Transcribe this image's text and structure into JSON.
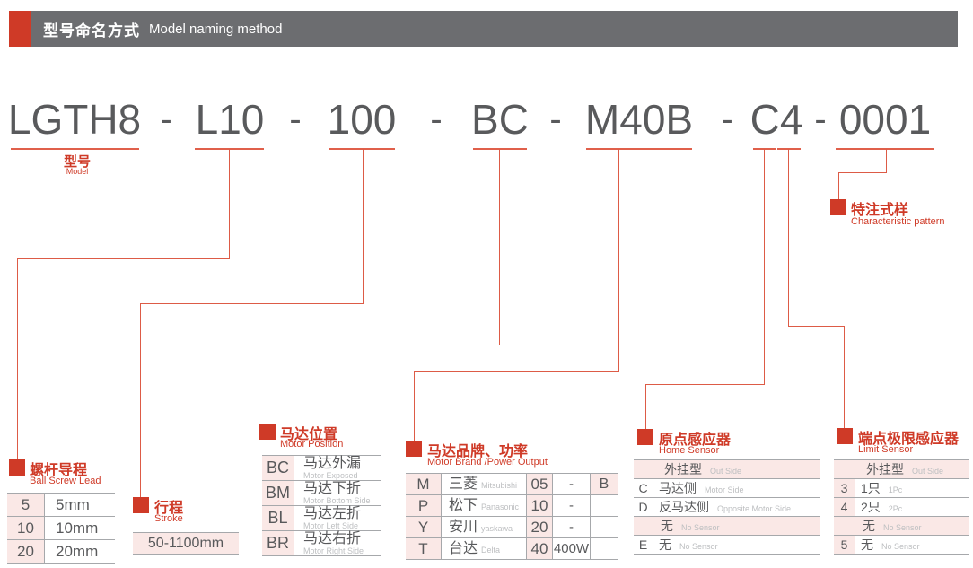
{
  "header": {
    "title_zh": "型号命名方式",
    "title_en": "Model naming method"
  },
  "model": {
    "segments": [
      "LGTH8",
      "L10",
      "100",
      "BC",
      "M40B",
      "C4",
      "0001"
    ],
    "dash": "-",
    "label_zh": "型号",
    "label_en": "Model"
  },
  "ball_screw_lead": {
    "title_zh": "螺杆导程",
    "title_en": "Ball Screw Lead",
    "rows": [
      {
        "code": "5",
        "value": "5mm"
      },
      {
        "code": "10",
        "value": "10mm"
      },
      {
        "code": "20",
        "value": "20mm"
      }
    ]
  },
  "stroke": {
    "title_zh": "行程",
    "title_en": "Stroke",
    "value": "50-1100mm"
  },
  "motor_position": {
    "title_zh": "马达位置",
    "title_en": "Motor Position",
    "rows": [
      {
        "code": "BC",
        "zh": "马达外漏",
        "en": "Motor Exposed"
      },
      {
        "code": "BM",
        "zh": "马达下折",
        "en": "Motor Bottom Side"
      },
      {
        "code": "BL",
        "zh": "马达左折",
        "en": "Motor Left Side"
      },
      {
        "code": "BR",
        "zh": "马达右折",
        "en": "Motor Right Side"
      }
    ]
  },
  "motor_brand": {
    "title_zh": "马达品牌、功率",
    "title_en": "Motor Brand /Power Output",
    "rows": [
      {
        "code": "M",
        "brand_zh": "三菱",
        "brand_en": "Mitsubishi",
        "power": "05",
        "watt": "-",
        "suffix": "B"
      },
      {
        "code": "P",
        "brand_zh": "松下",
        "brand_en": "Panasonic",
        "power": "10",
        "watt": "-",
        "suffix": ""
      },
      {
        "code": "Y",
        "brand_zh": "安川",
        "brand_en": "yaskawa",
        "power": "20",
        "watt": "-",
        "suffix": ""
      },
      {
        "code": "T",
        "brand_zh": "台达",
        "brand_en": "Delta",
        "power": "40",
        "watt": "400W",
        "suffix": ""
      }
    ]
  },
  "home_sensor": {
    "title_zh": "原点感应器",
    "title_en": "Home Sensor",
    "rows": [
      {
        "code": "",
        "zh": "外挂型",
        "en": "Out Side"
      },
      {
        "code": "C",
        "zh": "马达侧",
        "en": "Motor Side"
      },
      {
        "code": "D",
        "zh": "反马达侧",
        "en": "Opposite Motor Side"
      },
      {
        "code": "",
        "zh": "无",
        "en": "No Sensor"
      },
      {
        "code": "E",
        "zh": "无",
        "en": "No Sensor"
      }
    ]
  },
  "limit_sensor": {
    "title_zh": "端点极限感应器",
    "title_en": "Limit Sensor",
    "rows": [
      {
        "code": "",
        "zh": "外挂型",
        "en": "Out Side"
      },
      {
        "code": "3",
        "zh": "1只",
        "en": "1Pc"
      },
      {
        "code": "4",
        "zh": "2只",
        "en": "2Pc"
      },
      {
        "code": "",
        "zh": "无",
        "en": "No Sensor"
      },
      {
        "code": "5",
        "zh": "无",
        "en": "No Sensor"
      }
    ]
  },
  "characteristic": {
    "title_zh": "特注式样",
    "title_en": "Characteristic pattern"
  },
  "colors": {
    "accent": "#cf3a27",
    "line": "#dd5b46",
    "header_bar": "#6c6d70",
    "cell_pink": "#fae8e6",
    "text_gray": "#58595b",
    "muted_gray": "#bdbfc1"
  }
}
